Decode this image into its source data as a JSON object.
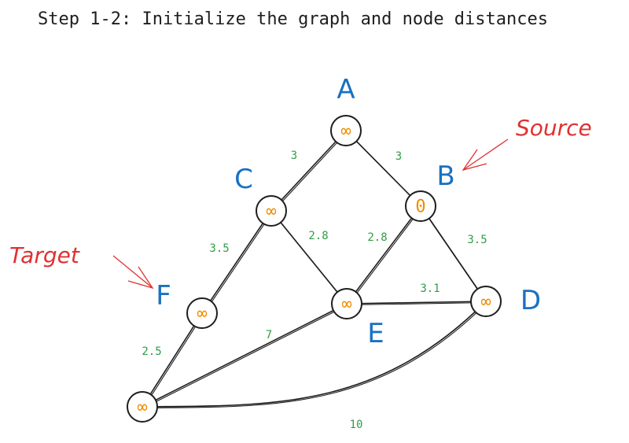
{
  "title": "Step 1-2: Initialize the graph and node distances",
  "colors": {
    "node_label": "#1971c2",
    "node_value": "#f08c00",
    "edge_weight": "#2f9e44",
    "annotation": "#e03131",
    "stroke": "#1e1e1e"
  },
  "nodes": [
    {
      "id": "A",
      "label": "A",
      "distance": "∞"
    },
    {
      "id": "B",
      "label": "B",
      "distance": "0"
    },
    {
      "id": "C",
      "label": "C",
      "distance": "∞"
    },
    {
      "id": "D",
      "label": "D",
      "distance": "∞"
    },
    {
      "id": "E",
      "label": "E",
      "distance": "∞"
    },
    {
      "id": "F",
      "label": "F",
      "distance": "∞"
    },
    {
      "id": "G",
      "label": "",
      "distance": "∞"
    }
  ],
  "edges": [
    {
      "from": "A",
      "to": "C",
      "weight": "3"
    },
    {
      "from": "A",
      "to": "B",
      "weight": "3"
    },
    {
      "from": "C",
      "to": "E",
      "weight": "2.8"
    },
    {
      "from": "B",
      "to": "E",
      "weight": "2.8"
    },
    {
      "from": "B",
      "to": "D",
      "weight": "3.5"
    },
    {
      "from": "C",
      "to": "F",
      "weight": "3.5"
    },
    {
      "from": "E",
      "to": "D",
      "weight": "3.1"
    },
    {
      "from": "E",
      "to": "G",
      "weight": "7"
    },
    {
      "from": "F",
      "to": "G",
      "weight": "2.5"
    },
    {
      "from": "G",
      "to": "D",
      "weight": "10"
    }
  ],
  "annotations": {
    "source": {
      "text": "Source",
      "points_to": "B"
    },
    "target": {
      "text": "Target",
      "points_to": "F"
    }
  }
}
